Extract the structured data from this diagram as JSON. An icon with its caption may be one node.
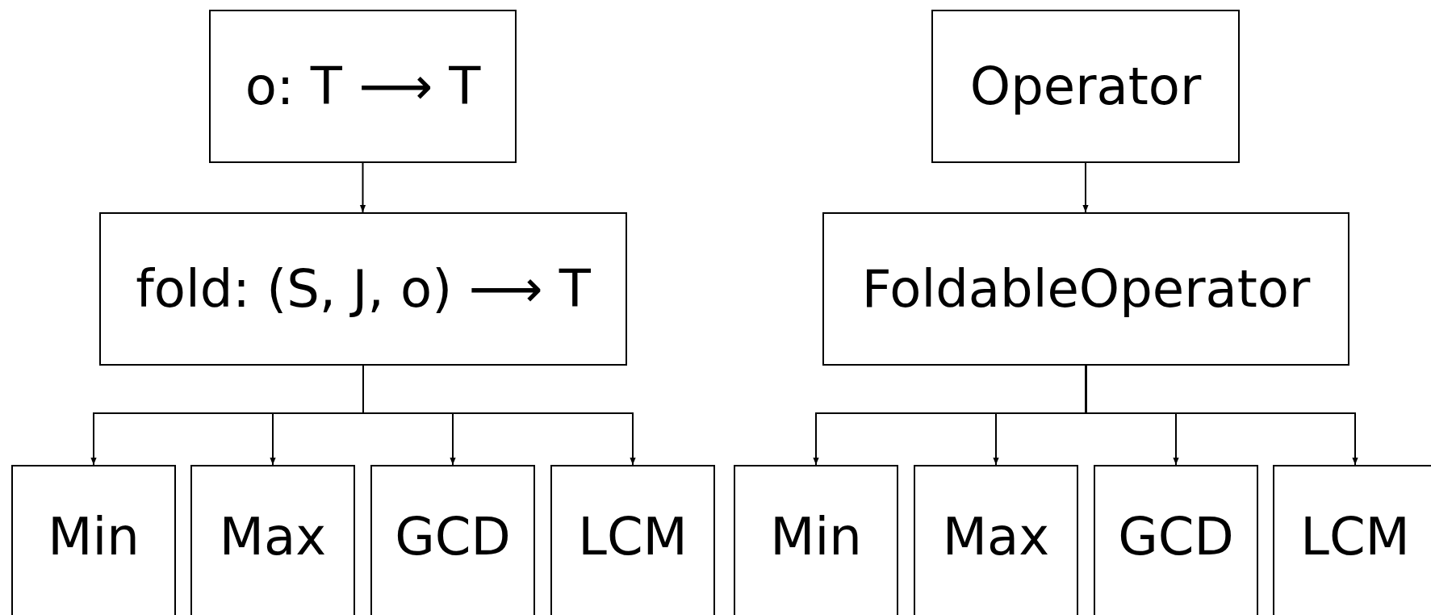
{
  "diagram": {
    "nodes": [
      {
        "text": [
          "o: T ⟶ T"
        ]
      },
      {
        "text": [
          "fold: (S, J, o) ⟶ T"
        ]
      },
      {
        "text": [
          "Min"
        ]
      },
      {
        "text": [
          "Max"
        ]
      },
      {
        "text": [
          "GCD"
        ]
      },
      {
        "text": [
          "LCM"
        ]
      },
      {
        "text": [
          "Operator"
        ]
      },
      {
        "text": [
          "FoldableOperator"
        ]
      },
      {
        "text": [
          "Min"
        ]
      },
      {
        "text": [
          "Max"
        ]
      },
      {
        "text": [
          "GCD"
        ]
      },
      {
        "text": [
          "LCM"
        ]
      }
    ],
    "edges": [
      {
        "from": 0,
        "to": 1,
        "arrow": "to"
      },
      {
        "from": 1,
        "to": 2,
        "arrow": "to"
      },
      {
        "from": 1,
        "to": 3,
        "arrow": "to"
      },
      {
        "from": 1,
        "to": 4,
        "arrow": "to"
      },
      {
        "from": 1,
        "to": 5,
        "arrow": "to"
      },
      {
        "from": 6,
        "to": 7,
        "arrow": "to"
      },
      {
        "from": 7,
        "to": 8,
        "arrow": "to"
      },
      {
        "from": 7,
        "to": 9,
        "arrow": "to"
      },
      {
        "from": 7,
        "to": 10,
        "arrow": "to"
      },
      {
        "from": 7,
        "to": 11,
        "arrow": "to"
      }
    ]
  }
}
